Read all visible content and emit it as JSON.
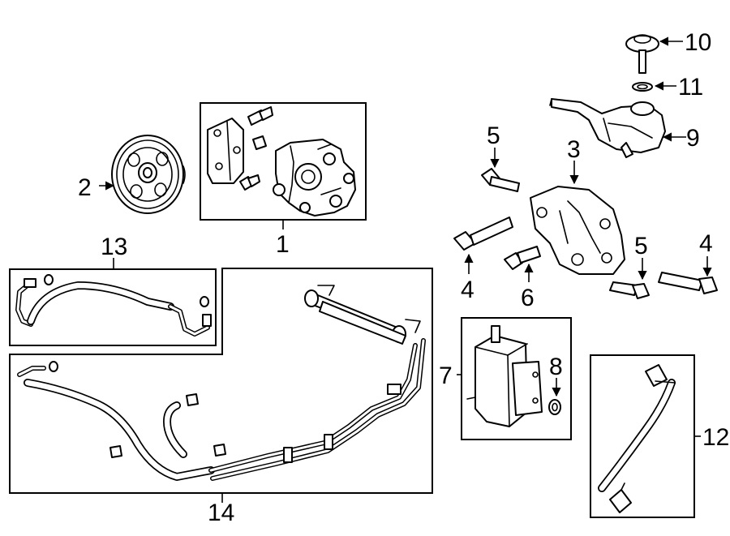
{
  "callouts": {
    "c1": "1",
    "c2": "2",
    "c3": "3",
    "c4a": "4",
    "c4b": "4",
    "c5a": "5",
    "c5b": "5",
    "c6": "6",
    "c7": "7",
    "c8": "8",
    "c9": "9",
    "c10": "10",
    "c11": "11",
    "c12": "12",
    "c13": "13",
    "c14": "14"
  }
}
